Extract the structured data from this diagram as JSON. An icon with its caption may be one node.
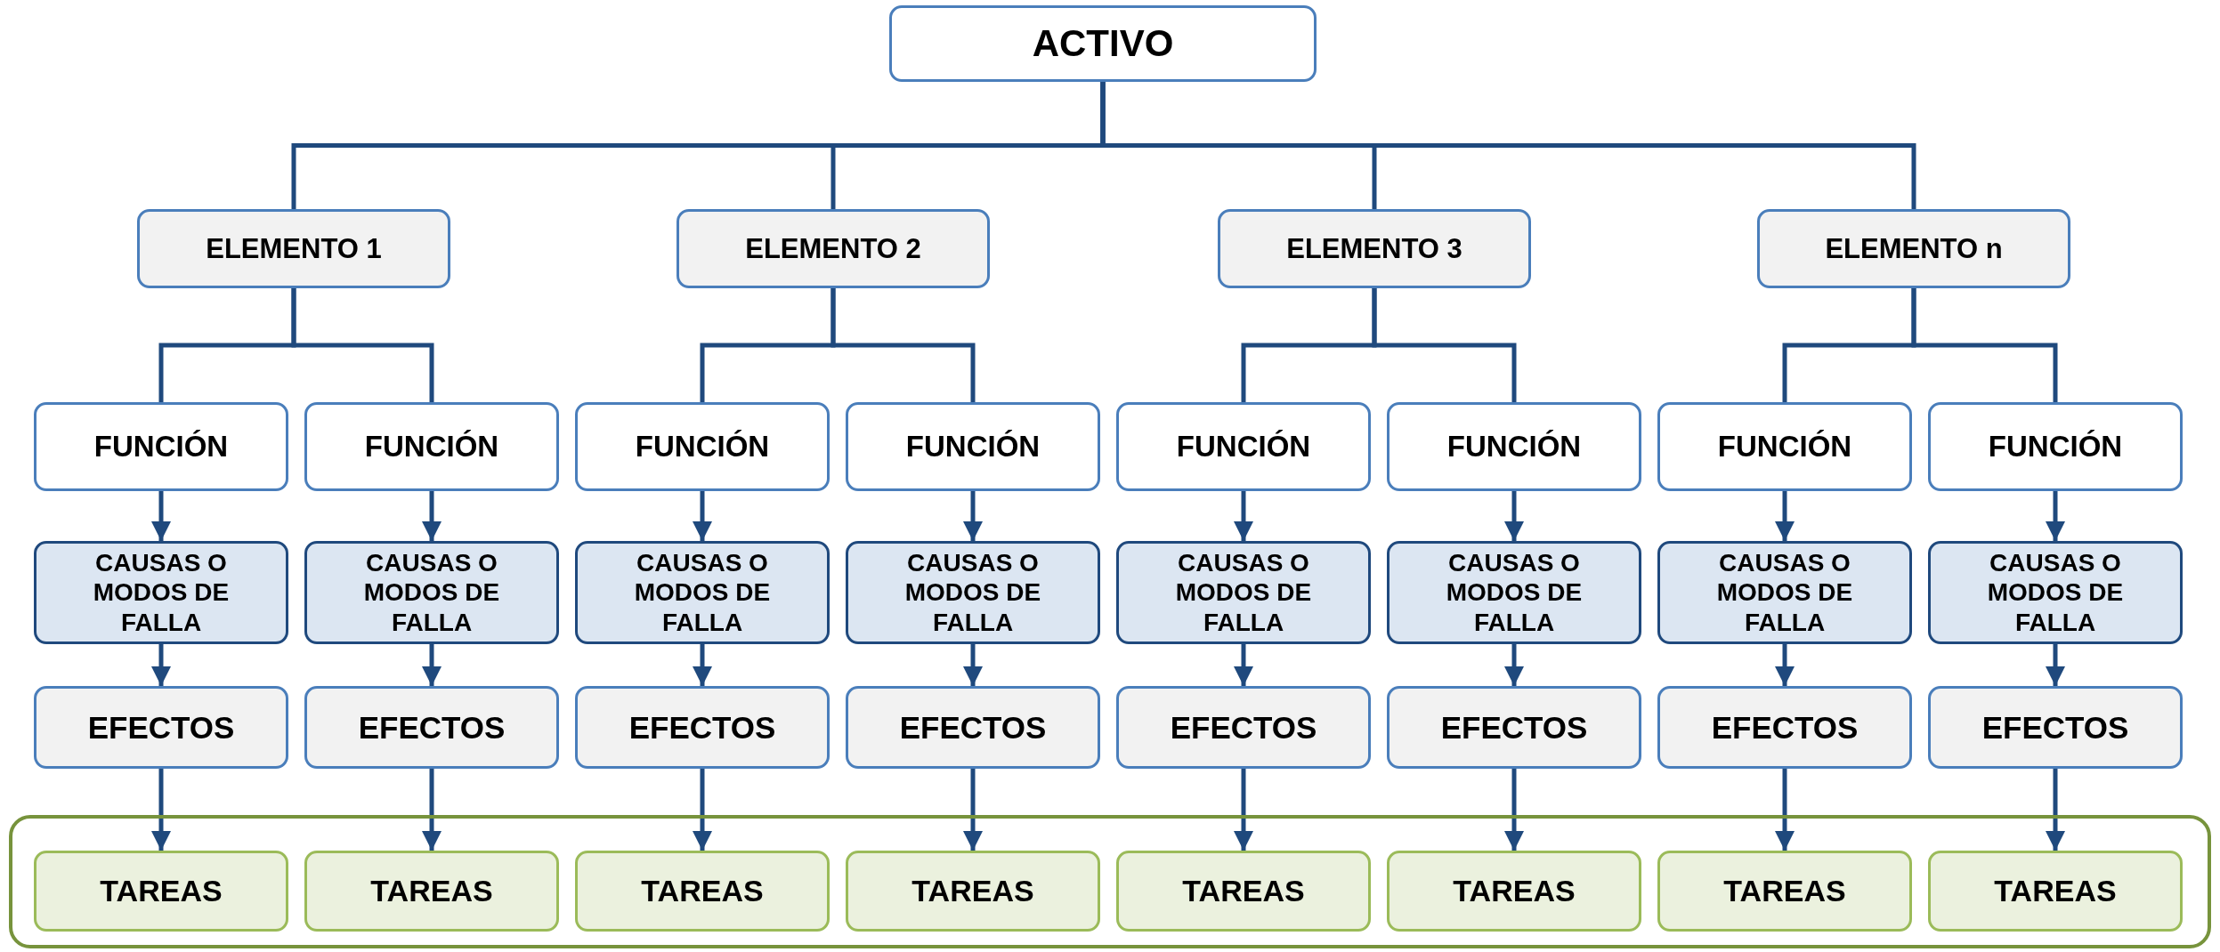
{
  "diagram": {
    "nodes": [
      {
        "text": [
          "ACTIVO"
        ]
      },
      {
        "text": [
          "ELEMENTO 1"
        ]
      },
      {
        "text": [
          "ELEMENTO 2"
        ]
      },
      {
        "text": [
          "ELEMENTO 3"
        ]
      },
      {
        "text": [
          "ELEMENTO n"
        ]
      },
      {
        "text": [
          "FUNCIÓN"
        ]
      },
      {
        "text": [
          "FUNCIÓN"
        ]
      },
      {
        "text": [
          "FUNCIÓN"
        ]
      },
      {
        "text": [
          "FUNCIÓN"
        ]
      },
      {
        "text": [
          "FUNCIÓN"
        ]
      },
      {
        "text": [
          "FUNCIÓN"
        ]
      },
      {
        "text": [
          "FUNCIÓN"
        ]
      },
      {
        "text": [
          "FUNCIÓN"
        ]
      },
      {
        "text": [
          "CAUSAS O MODOS DE FALLA"
        ]
      },
      {
        "text": [
          "CAUSAS O MODOS DE FALLA"
        ]
      },
      {
        "text": [
          "CAUSAS O MODOS DE FALLA"
        ]
      },
      {
        "text": [
          "CAUSAS O MODOS DE FALLA"
        ]
      },
      {
        "text": [
          "CAUSAS O MODOS DE FALLA"
        ]
      },
      {
        "text": [
          "CAUSAS O MODOS DE FALLA"
        ]
      },
      {
        "text": [
          "CAUSAS O MODOS DE FALLA"
        ]
      },
      {
        "text": [
          "CAUSAS O MODOS DE FALLA"
        ]
      },
      {
        "text": [
          "EFECTOS"
        ]
      },
      {
        "text": [
          "EFECTOS"
        ]
      },
      {
        "text": [
          "EFECTOS"
        ]
      },
      {
        "text": [
          "EFECTOS"
        ]
      },
      {
        "text": [
          "EFECTOS"
        ]
      },
      {
        "text": [
          "EFECTOS"
        ]
      },
      {
        "text": [
          "EFECTOS"
        ]
      },
      {
        "text": [
          "EFECTOS"
        ]
      },
      {
        "text": [],
        "shape": "box"
      },
      {
        "text": [
          "TAREAS"
        ],
        "in": 29
      },
      {
        "text": [
          "TAREAS"
        ],
        "in": 29
      },
      {
        "text": [
          "TAREAS"
        ],
        "in": 29
      },
      {
        "text": [
          "TAREAS"
        ],
        "in": 29
      },
      {
        "text": [
          "TAREAS"
        ],
        "in": 29
      },
      {
        "text": [
          "TAREAS"
        ],
        "in": 29
      },
      {
        "text": [
          "TAREAS"
        ],
        "in": 29
      },
      {
        "text": [
          "TAREAS"
        ],
        "in": 29
      }
    ],
    "edges": [
      {
        "from": 0,
        "to": 1,
        "arrow": "none"
      },
      {
        "from": 0,
        "to": 2,
        "arrow": "none"
      },
      {
        "from": 0,
        "to": 3,
        "arrow": "none"
      },
      {
        "from": 0,
        "to": 4,
        "arrow": "none"
      },
      {
        "from": 1,
        "to": 5,
        "arrow": "none"
      },
      {
        "from": 1,
        "to": 6,
        "arrow": "none"
      },
      {
        "from": 2,
        "to": 7,
        "arrow": "none"
      },
      {
        "from": 2,
        "to": 8,
        "arrow": "none"
      },
      {
        "from": 3,
        "to": 9,
        "arrow": "none"
      },
      {
        "from": 3,
        "to": 10,
        "arrow": "none"
      },
      {
        "from": 4,
        "to": 11,
        "arrow": "none"
      },
      {
        "from": 4,
        "to": 12,
        "arrow": "none"
      },
      {
        "from": 5,
        "to": 13,
        "arrow": "to"
      },
      {
        "from": 6,
        "to": 14,
        "arrow": "to"
      },
      {
        "from": 7,
        "to": 15,
        "arrow": "to"
      },
      {
        "from": 8,
        "to": 16,
        "arrow": "to"
      },
      {
        "from": 9,
        "to": 17,
        "arrow": "to"
      },
      {
        "from": 10,
        "to": 18,
        "arrow": "to"
      },
      {
        "from": 11,
        "to": 19,
        "arrow": "to"
      },
      {
        "from": 12,
        "to": 20,
        "arrow": "to"
      },
      {
        "from": 13,
        "to": 21,
        "arrow": "to"
      },
      {
        "from": 14,
        "to": 22,
        "arrow": "to"
      },
      {
        "from": 15,
        "to": 23,
        "arrow": "to"
      },
      {
        "from": 16,
        "to": 24,
        "arrow": "to"
      },
      {
        "from": 17,
        "to": 25,
        "arrow": "to"
      },
      {
        "from": 18,
        "to": 26,
        "arrow": "to"
      },
      {
        "from": 19,
        "to": 27,
        "arrow": "to"
      },
      {
        "from": 20,
        "to": 28,
        "arrow": "to"
      },
      {
        "from": 21,
        "to": 30,
        "arrow": "to"
      },
      {
        "from": 22,
        "to": 31,
        "arrow": "to"
      },
      {
        "from": 23,
        "to": 32,
        "arrow": "to"
      },
      {
        "from": 24,
        "to": 33,
        "arrow": "to"
      },
      {
        "from": 25,
        "to": 34,
        "arrow": "to"
      },
      {
        "from": 26,
        "to": 35,
        "arrow": "to"
      },
      {
        "from": 27,
        "to": 36,
        "arrow": "to"
      },
      {
        "from": 28,
        "to": 37,
        "arrow": "to"
      }
    ]
  }
}
